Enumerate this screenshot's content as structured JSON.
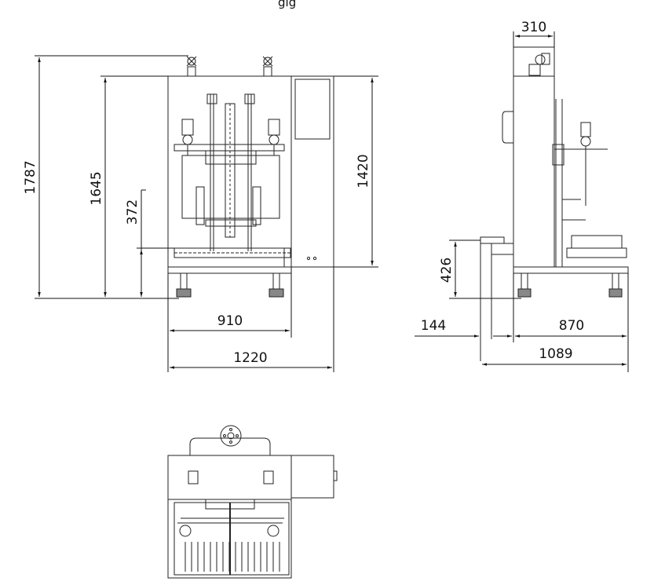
{
  "title_fragment": "gig",
  "front_view": {
    "dims": {
      "overall_height": "1787",
      "frame_height": "1645",
      "cabinet_height": "1420",
      "tray_height": "372",
      "inner_width": "910",
      "overall_width": "1220"
    }
  },
  "side_view": {
    "dims": {
      "top_width": "310",
      "table_height": "426",
      "tray_offset": "144",
      "frame_depth": "870",
      "overall_depth": "1089"
    }
  }
}
